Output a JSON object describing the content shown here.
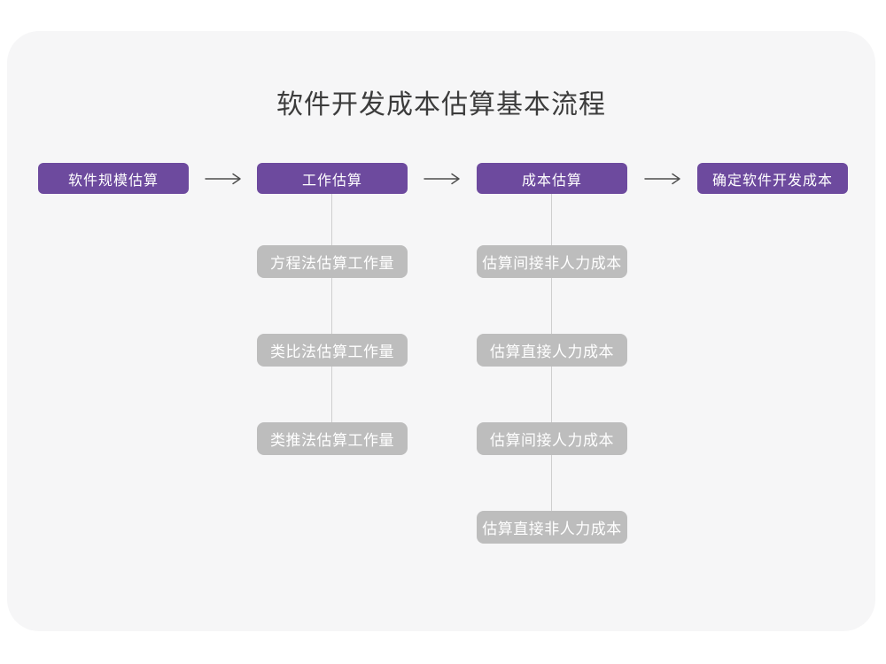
{
  "title": "软件开发成本估算基本流程",
  "colors": {
    "page_bg": "#ffffff",
    "card_bg": "#f6f6f7",
    "primary": "#6d4a9e",
    "gray_box": "#bdbdbd",
    "line": "#cfcfcf",
    "arrow": "#4d4d4d",
    "title_color": "#3c3c3c"
  },
  "icons": {
    "flow_arrow": "arrow-right"
  },
  "flow": {
    "stages": [
      {
        "label": "软件规模估算",
        "children": []
      },
      {
        "label": "工作估算",
        "children": [
          "方程法估算工作量",
          "类比法估算工作量",
          "类推法估算工作量"
        ]
      },
      {
        "label": "成本估算",
        "children": [
          "估算间接非人力成本",
          "估算直接人力成本",
          "估算间接人力成本",
          "估算直接非人力成本"
        ]
      },
      {
        "label": "确定软件开发成本",
        "children": []
      }
    ]
  }
}
